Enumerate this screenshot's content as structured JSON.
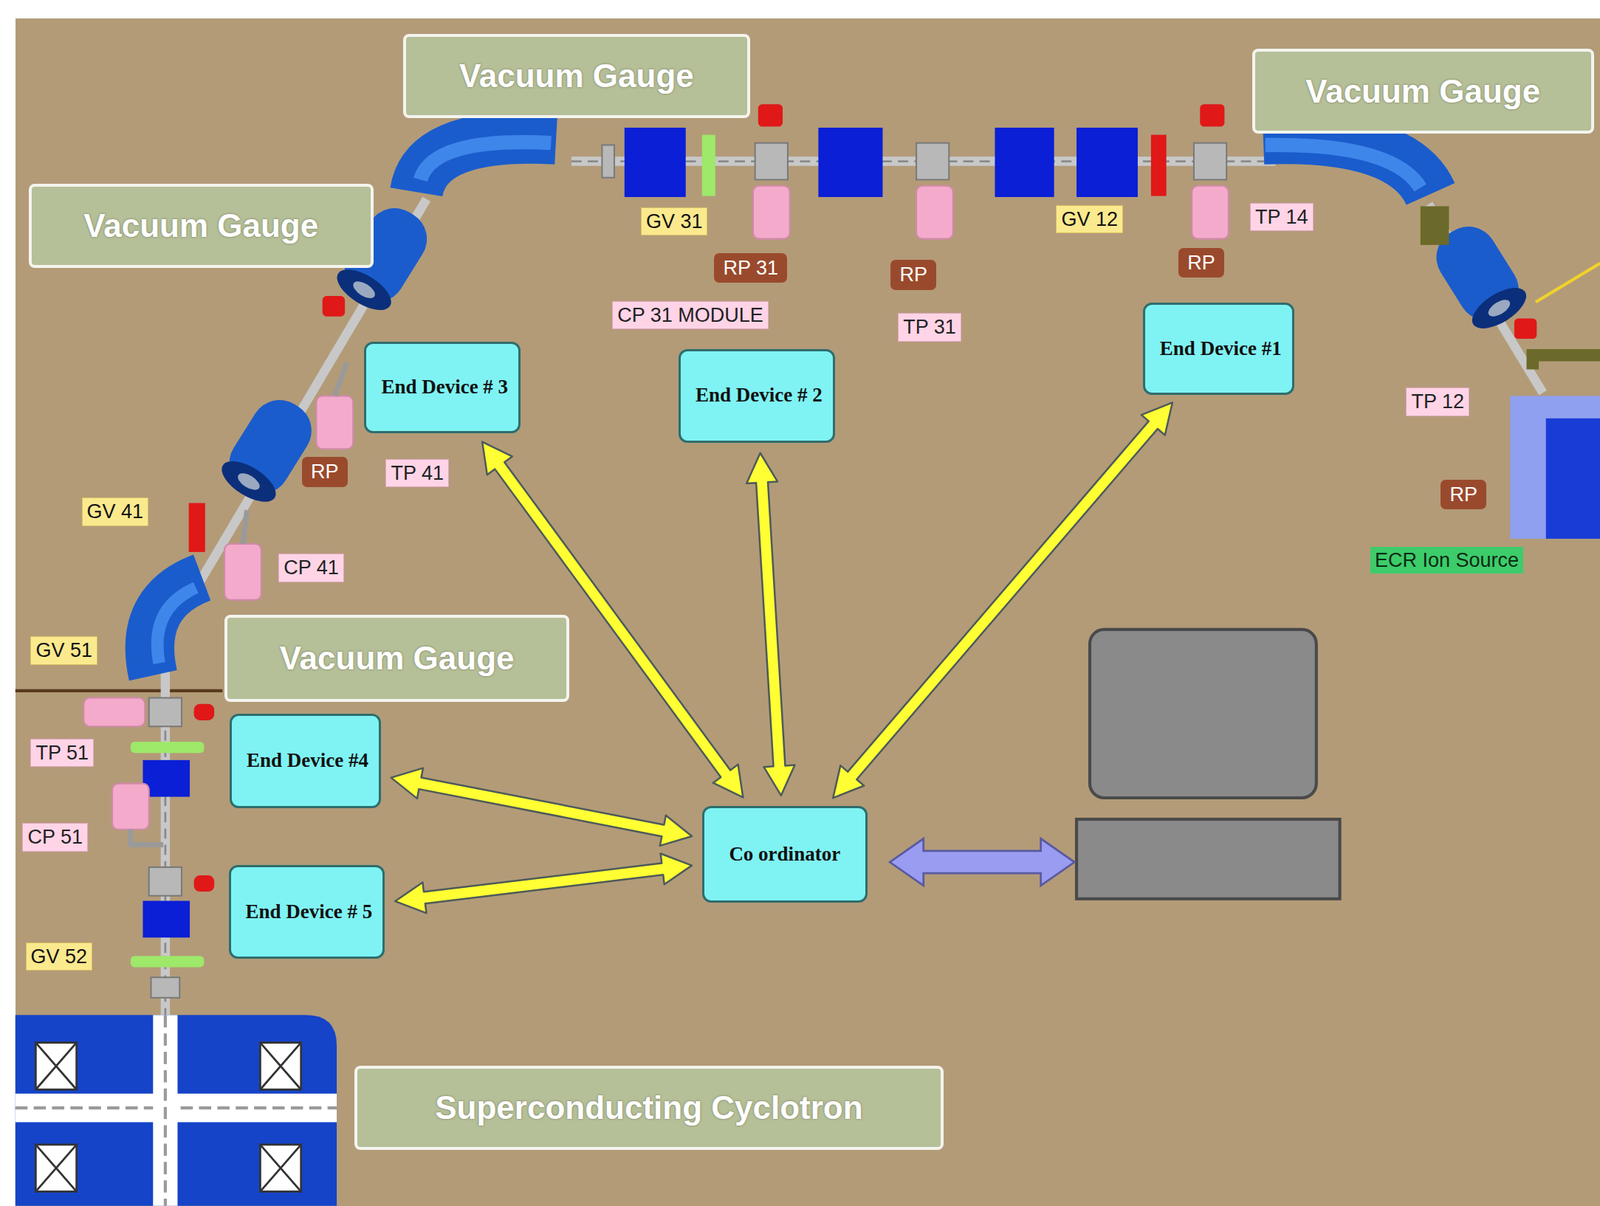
{
  "diagram": {
    "nodes": [
      {
        "text": [
          "Vacuum Gauge"
        ]
      },
      {
        "text": [
          "Vacuum Gauge"
        ]
      },
      {
        "text": [
          "Vacuum Gauge"
        ]
      },
      {
        "text": [
          "End Device # 3"
        ]
      },
      {
        "text": [
          "End Device # 2"
        ]
      },
      {
        "text": [
          "End Device #1"
        ]
      },
      {
        "text": [
          "Vacuum Gauge"
        ]
      },
      {
        "text": [
          "End Device #4"
        ]
      },
      {
        "text": [
          "Co ordinator"
        ]
      },
      {
        "text": [
          "End Device # 5"
        ]
      },
      {
        "text": [
          "Superconducting Cyclotron"
        ]
      }
    ],
    "edges": [
      {
        "from": 8,
        "to": 3,
        "arrow": "both"
      },
      {
        "from": 8,
        "to": 4,
        "arrow": "both"
      },
      {
        "from": 8,
        "to": 5,
        "arrow": "both"
      },
      {
        "from": 8,
        "to": 7,
        "arrow": "both"
      },
      {
        "from": 8,
        "to": 9,
        "arrow": "both"
      }
    ],
    "labels": [
      "GV 31",
      "RP 31",
      "CP 31 MODULE",
      "RP",
      "TP 31",
      "GV 12",
      "TP 14",
      "RP",
      "TP 12",
      "RP",
      "ECR Ion Source",
      "RP",
      "TP 41",
      "GV 41",
      "CP 41",
      "GV 51",
      "TP 51",
      "CP 51",
      "GV 52"
    ]
  }
}
